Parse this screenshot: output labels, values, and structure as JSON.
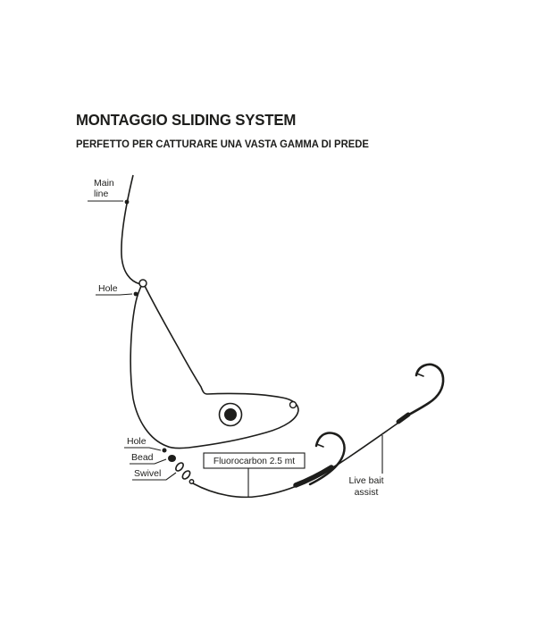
{
  "colors": {
    "ink": "#1d1d1b",
    "paper": "#ffffff"
  },
  "header": {
    "title": "MONTAGGIO SLIDING SYSTEM",
    "subtitle": "PERFETTO PER CATTURARE UNA VASTA GAMMA DI PREDE"
  },
  "diagram": {
    "labels": {
      "main_line": {
        "line1": "Main",
        "line2": "line"
      },
      "hole_top": "Hole",
      "hole_bottom": "Hole",
      "bead": "Bead",
      "swivel": "Swivel",
      "fluorocarbon": "Fluorocarbon 2.5 mt",
      "live_bait": {
        "line1": "Live bait",
        "line2": "assist"
      }
    }
  }
}
